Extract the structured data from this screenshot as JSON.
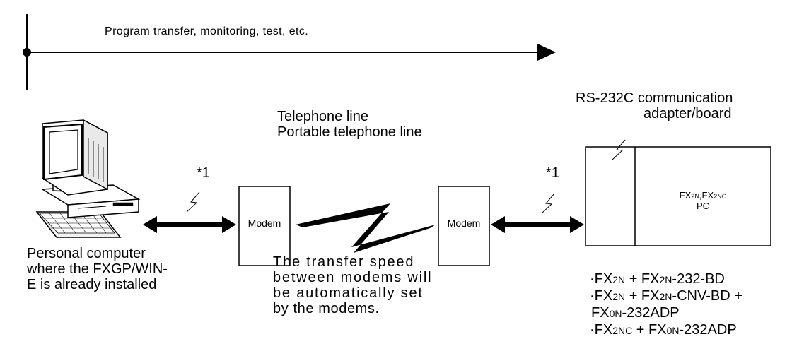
{
  "diagram": {
    "top_arrow_label": "Program transfer, monitoring, test, etc.",
    "telephone_line_label": "Telephone line",
    "portable_line_label": "Portable telephone line",
    "rs232c_title_line1": "RS-232C  communication",
    "rs232c_title_line2": "adapter/board",
    "note_left": "*1",
    "note_right": "*1",
    "modem_left_label": "Modem",
    "modem_right_label": "Modem",
    "plc_label": {
      "a1": "FX",
      "a2": "2N",
      "a3": ",FX",
      "a4": "2NC",
      "line2": "PC"
    },
    "pc_caption": {
      "line1": "Personal computer",
      "line2": "where the FXGP/WIN-",
      "line3": "E is already installed"
    },
    "speed_note": {
      "line1": "The transfer speed",
      "line2": "between modems will",
      "line3": "be automatically set",
      "line4": "by the modems."
    },
    "configs": {
      "c1": {
        "bullet": "·",
        "p1": "FX",
        "s1": "2N",
        "p2": " + FX",
        "s2": "2N",
        "p3": "-232-BD"
      },
      "c2": {
        "bullet": "·",
        "p1": "FX",
        "s1": "2N",
        "p2": " + FX",
        "s2": "2N",
        "p3": "-CNV-BD +"
      },
      "c2b": {
        "p1": "FX",
        "s1": "0N",
        "p2": "-232ADP"
      },
      "c3": {
        "bullet": "·",
        "p1": "FX",
        "s1": "2NC",
        "p2": " + FX",
        "s2": "0N",
        "p3": "-232ADP"
      }
    }
  }
}
